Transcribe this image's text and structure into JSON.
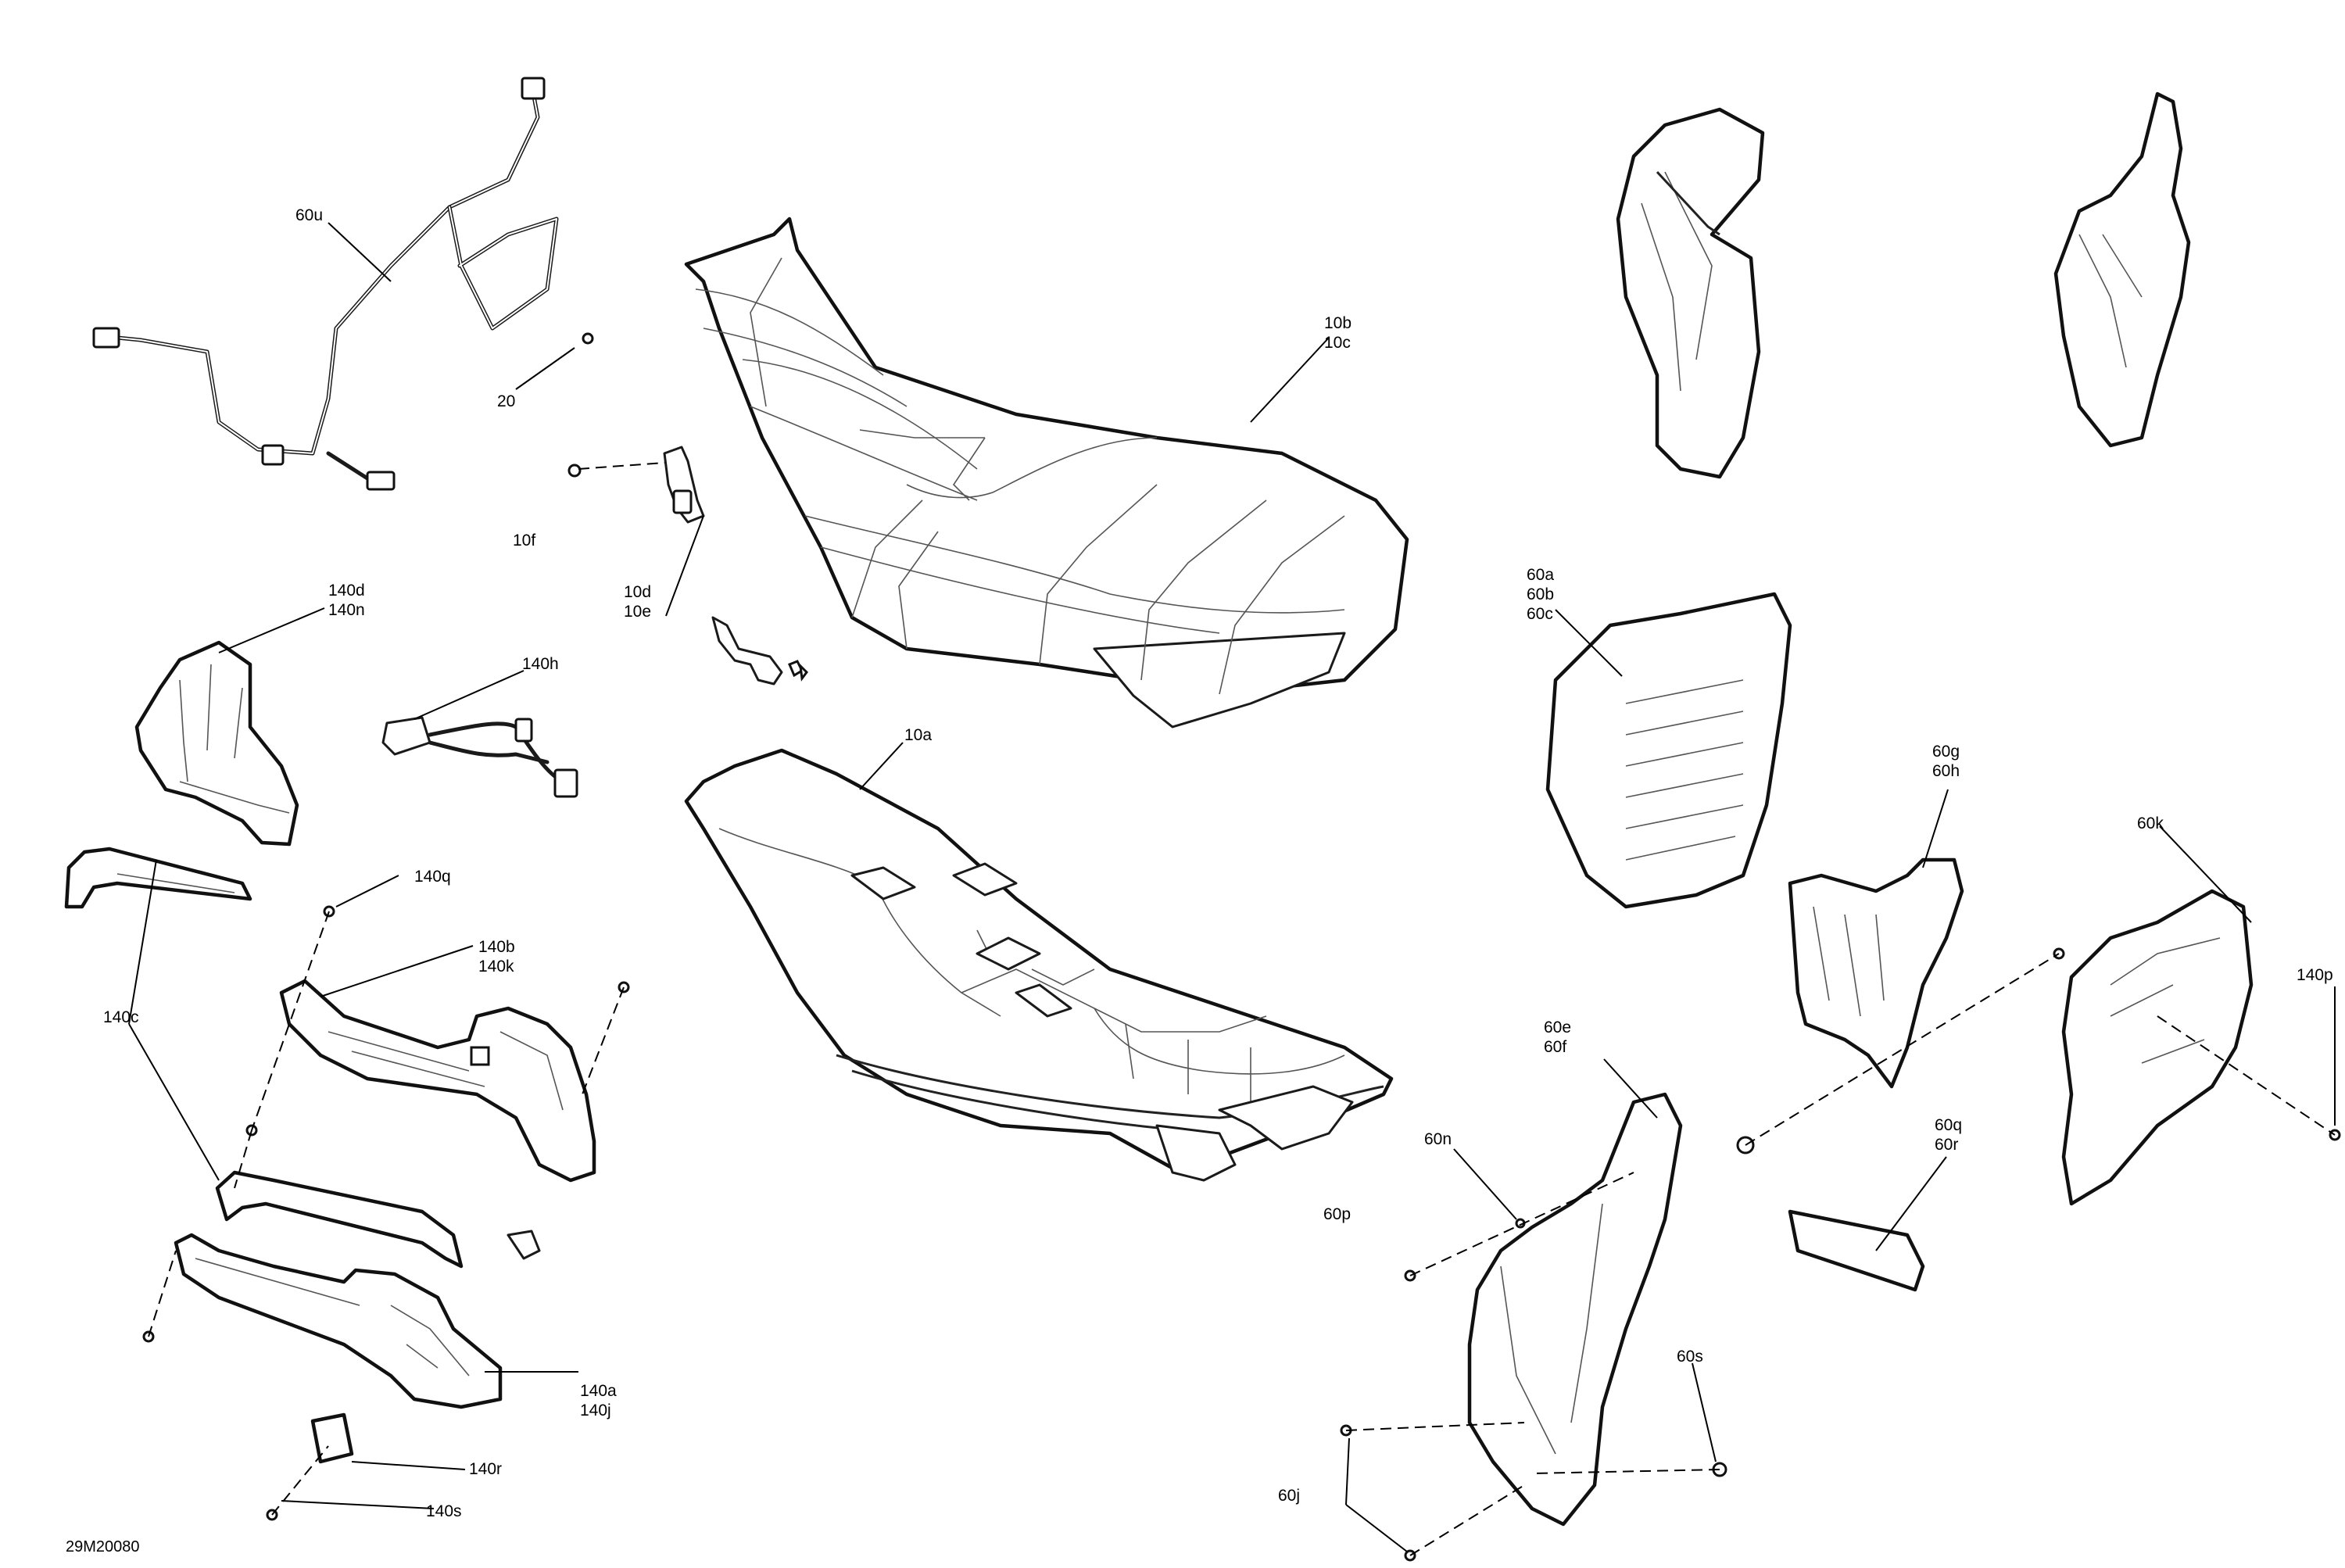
{
  "figure": {
    "reference_code": "29M20080"
  },
  "callouts": {
    "c60u": "60u",
    "c20": "20",
    "c10f": "10f",
    "c10d": "10d",
    "c10e": "10e",
    "c10b": "10b",
    "c10c": "10c",
    "c10a": "10a",
    "c140d": "140d",
    "c140n": "140n",
    "c140h": "140h",
    "c140c": "140c",
    "c140q": "140q",
    "c140b": "140b",
    "c140k": "140k",
    "c140a": "140a",
    "c140j": "140j",
    "c140r": "140r",
    "c140s": "140s",
    "c60a": "60a",
    "c60b": "60b",
    "c60c": "60c",
    "c60g": "60g",
    "c60h": "60h",
    "c60k": "60k",
    "c140p": "140p",
    "c60e": "60e",
    "c60f": "60f",
    "c60n": "60n",
    "c60p": "60p",
    "c60q": "60q",
    "c60r": "60r",
    "c60s": "60s",
    "c60j": "60j"
  }
}
